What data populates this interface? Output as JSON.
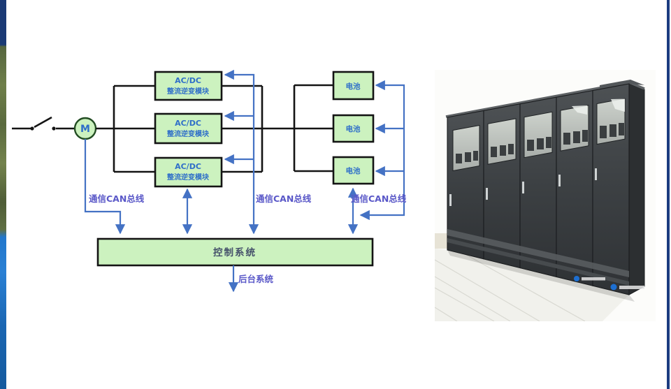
{
  "diagram": {
    "motor_label": "M",
    "modules": [
      {
        "line1": "AC/DC",
        "line2": "整流逆变模块"
      },
      {
        "line1": "AC/DC",
        "line2": "整流逆变模块"
      },
      {
        "line1": "AC/DC",
        "line2": "整流逆变模块"
      }
    ],
    "batteries": [
      "电池",
      "电池",
      "电池"
    ],
    "can_labels": [
      "通信CAN总线",
      "通信CAN总线",
      "通信CAN总线"
    ],
    "control_system_label": "控制系统",
    "backend_system_label": "后台系统"
  },
  "photo": {
    "cabinet_count": 5
  },
  "colors": {
    "box_fill": "#ccf2bf",
    "power_line": "#141414",
    "can_line": "#4472c4",
    "can_label_text": "#5a58c8",
    "module_text": "#2f6fc9",
    "control_text": "#44506a",
    "left_strip_top": "#1a3a75",
    "left_strip_bottom": "#1f72c2",
    "right_strip": "#1c3c80"
  }
}
